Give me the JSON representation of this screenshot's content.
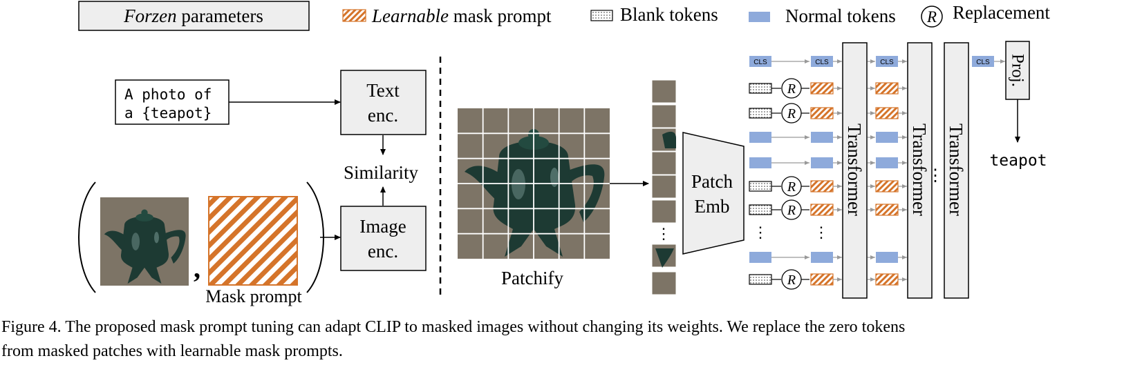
{
  "legend": {
    "frozen_italic": "Forzen",
    "frozen_rest": " parameters",
    "learnable_italic": "Learnable",
    "learnable_rest": " mask prompt",
    "blank": "Blank tokens",
    "normal": "Normal tokens",
    "replacement_symbol": "R",
    "replacement": "Replacement"
  },
  "left": {
    "prompt_line1": "A photo of",
    "prompt_line2": "a {teapot}",
    "text_enc_line1": "Text",
    "text_enc_line2": "enc.",
    "image_enc_line1": "Image",
    "image_enc_line2": "enc.",
    "similarity": "Similarity",
    "comma": ",",
    "mask_prompt": "Mask prompt"
  },
  "right": {
    "patchify": "Patchify",
    "patch_emb_line1": "Patch",
    "patch_emb_line2": "Emb",
    "transformer_1": "Transformer",
    "transformer_2": "Transformer",
    "transformer_3": "Transformer",
    "proj": "Proj.",
    "output": "teapot",
    "cls": "CLS",
    "r": "R",
    "ellipsis": "⋮"
  },
  "caption": {
    "line1": "Figure 4. The proposed mask prompt tuning can adapt CLIP to masked images without changing its weights. We replace the zero tokens",
    "line2": "from masked patches with learnable mask prompts."
  },
  "colors": {
    "frozen_fill": "#eeeeee",
    "learnable_stripe": "#d5742a",
    "normal_token": "#8eaadb",
    "image_bg": "#7d7466",
    "teapot": "#1d3a33"
  }
}
